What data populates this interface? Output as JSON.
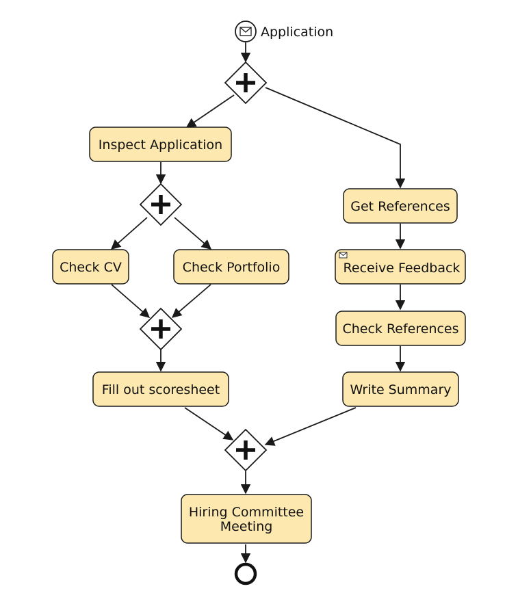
{
  "colors": {
    "task_fill": "#fde9b0",
    "stroke": "#1a1a1a",
    "background": "#ffffff"
  },
  "start_event": {
    "label": "Application",
    "icon": "envelope-icon"
  },
  "tasks": {
    "inspect_application": {
      "label": "Inspect Application"
    },
    "check_cv": {
      "label": "Check CV"
    },
    "check_portfolio": {
      "label": "Check Portfolio"
    },
    "fill_out_scoresheet": {
      "label": "Fill out scoresheet"
    },
    "get_references": {
      "label": "Get References"
    },
    "receive_feedback": {
      "label": "Receive Feedback",
      "icon": "envelope-icon"
    },
    "check_references": {
      "label": "Check References"
    },
    "write_summary": {
      "label": "Write Summary"
    },
    "hiring_committee_meeting": {
      "line1": "Hiring Committee",
      "line2": "Meeting"
    }
  },
  "gateways": [
    "parallel-gateway-split-main",
    "parallel-gateway-split-inspect",
    "parallel-gateway-join-inspect",
    "parallel-gateway-join-main"
  ],
  "end_event": {
    "icon": "end-event-circle"
  }
}
